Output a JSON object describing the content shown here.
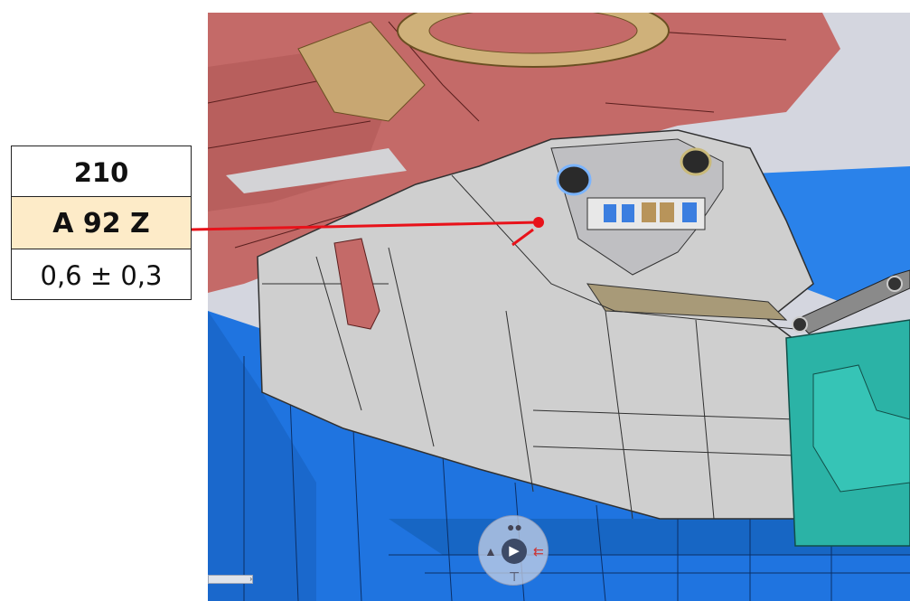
{
  "label_box": {
    "number": "210",
    "code": "A 92 Z",
    "tolerance": "0,6 ± 0,3"
  },
  "colors": {
    "label_highlight": "#fdebc8",
    "leader_line": "#e8121a",
    "dashboard_red": "#c46a68",
    "console_grey": "#cfcfcf",
    "floor_blue": "#1f74e0",
    "seat_teal": "#2bb3a6"
  },
  "icons": {
    "compass": "navigation-compass-icon",
    "play": "play-icon",
    "people": "people-icon",
    "share": "share-icon",
    "tree": "tree-icon",
    "arrow": "arrow-right-icon"
  }
}
